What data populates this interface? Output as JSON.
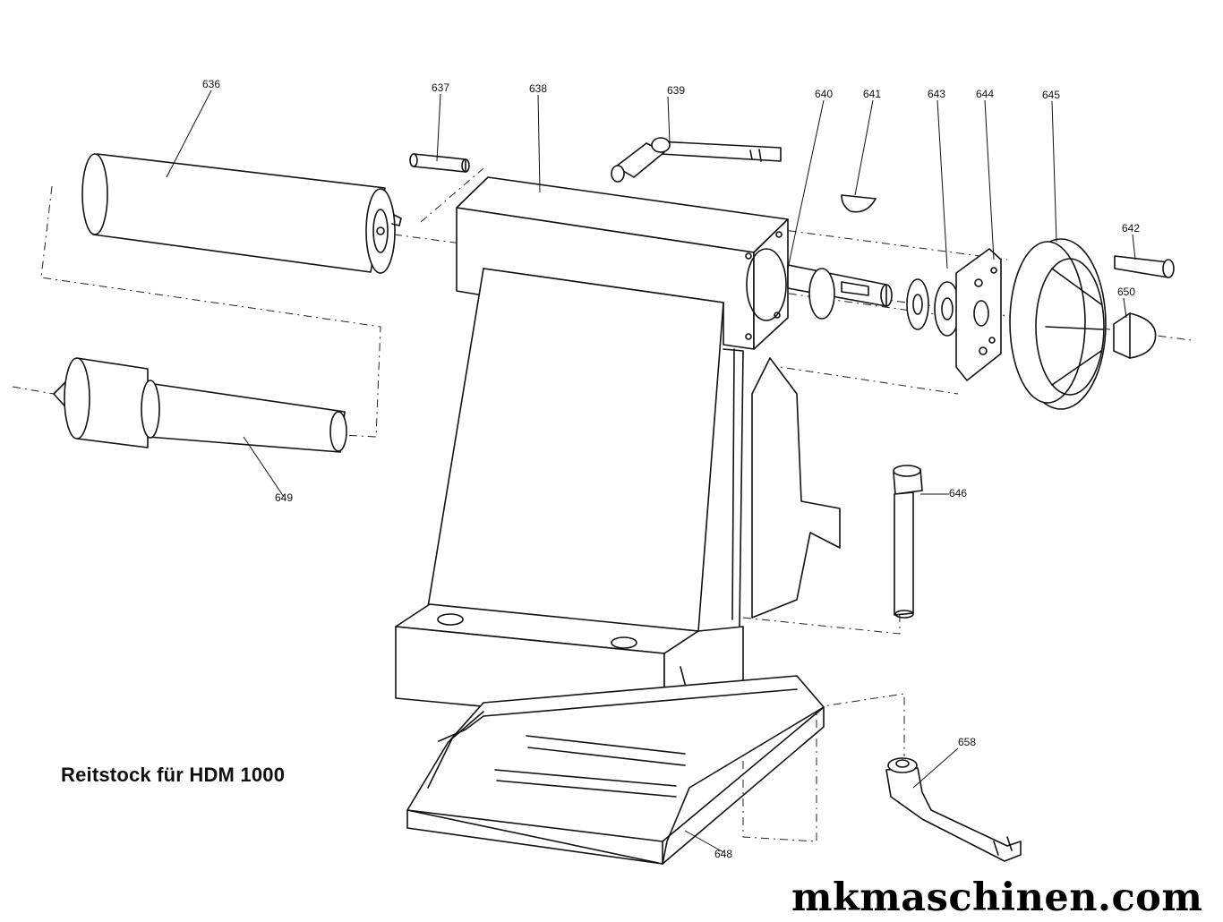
{
  "title": "Reitstock für HDM 1000",
  "watermark": "mkmaschinen.com",
  "part_labels": {
    "p636": "636",
    "p637": "637",
    "p638": "638",
    "p639": "639",
    "p640": "640",
    "p641": "641",
    "p642": "642",
    "p643": "643",
    "p644": "644",
    "p645": "645",
    "p646": "646",
    "p648": "648",
    "p649": "649",
    "p650": "650",
    "p658": "658"
  }
}
